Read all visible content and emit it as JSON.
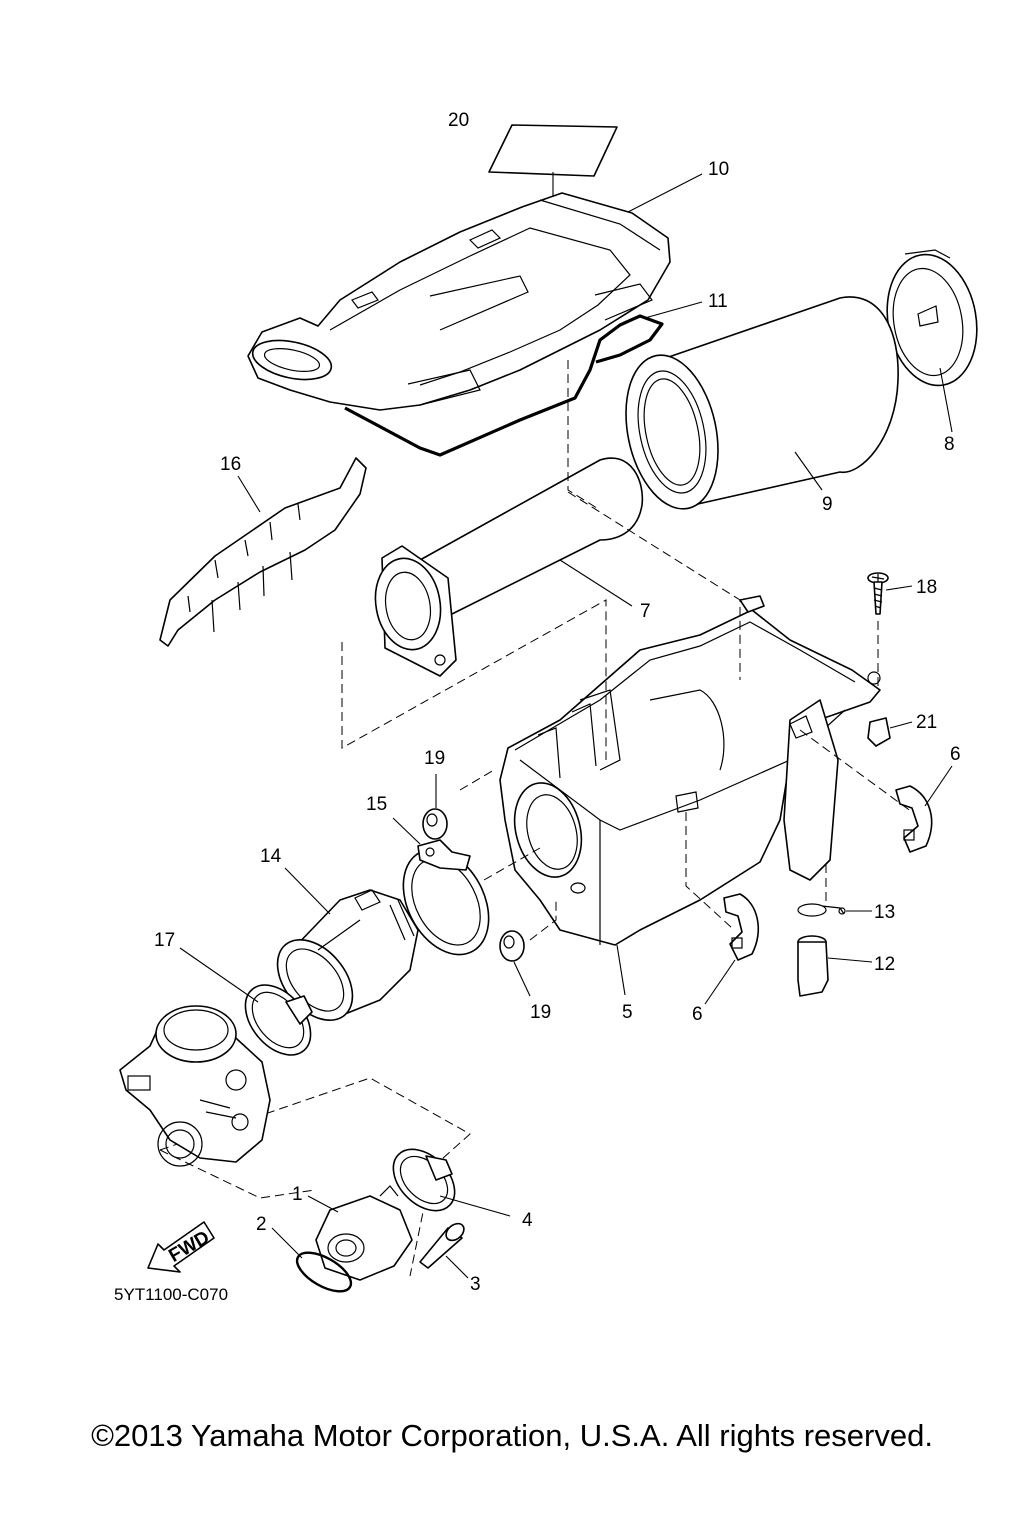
{
  "diagram": {
    "callouts": {
      "p1": "1",
      "p2": "2",
      "p3": "3",
      "p4": "4",
      "p5": "5",
      "p6a": "6",
      "p6b": "6",
      "p7": "7",
      "p8": "8",
      "p9": "9",
      "p10": "10",
      "p11": "11",
      "p12": "12",
      "p13": "13",
      "p14": "14",
      "p15": "15",
      "p16": "16",
      "p17": "17",
      "p18": "18",
      "p19a": "19",
      "p19b": "19",
      "p20": "20",
      "p21": "21"
    },
    "fwd_label": "FWD",
    "drawing_code": "5YT1100-C070"
  },
  "copyright": "©2013 Yamaha Motor Corporation, U.S.A. All rights reserved."
}
